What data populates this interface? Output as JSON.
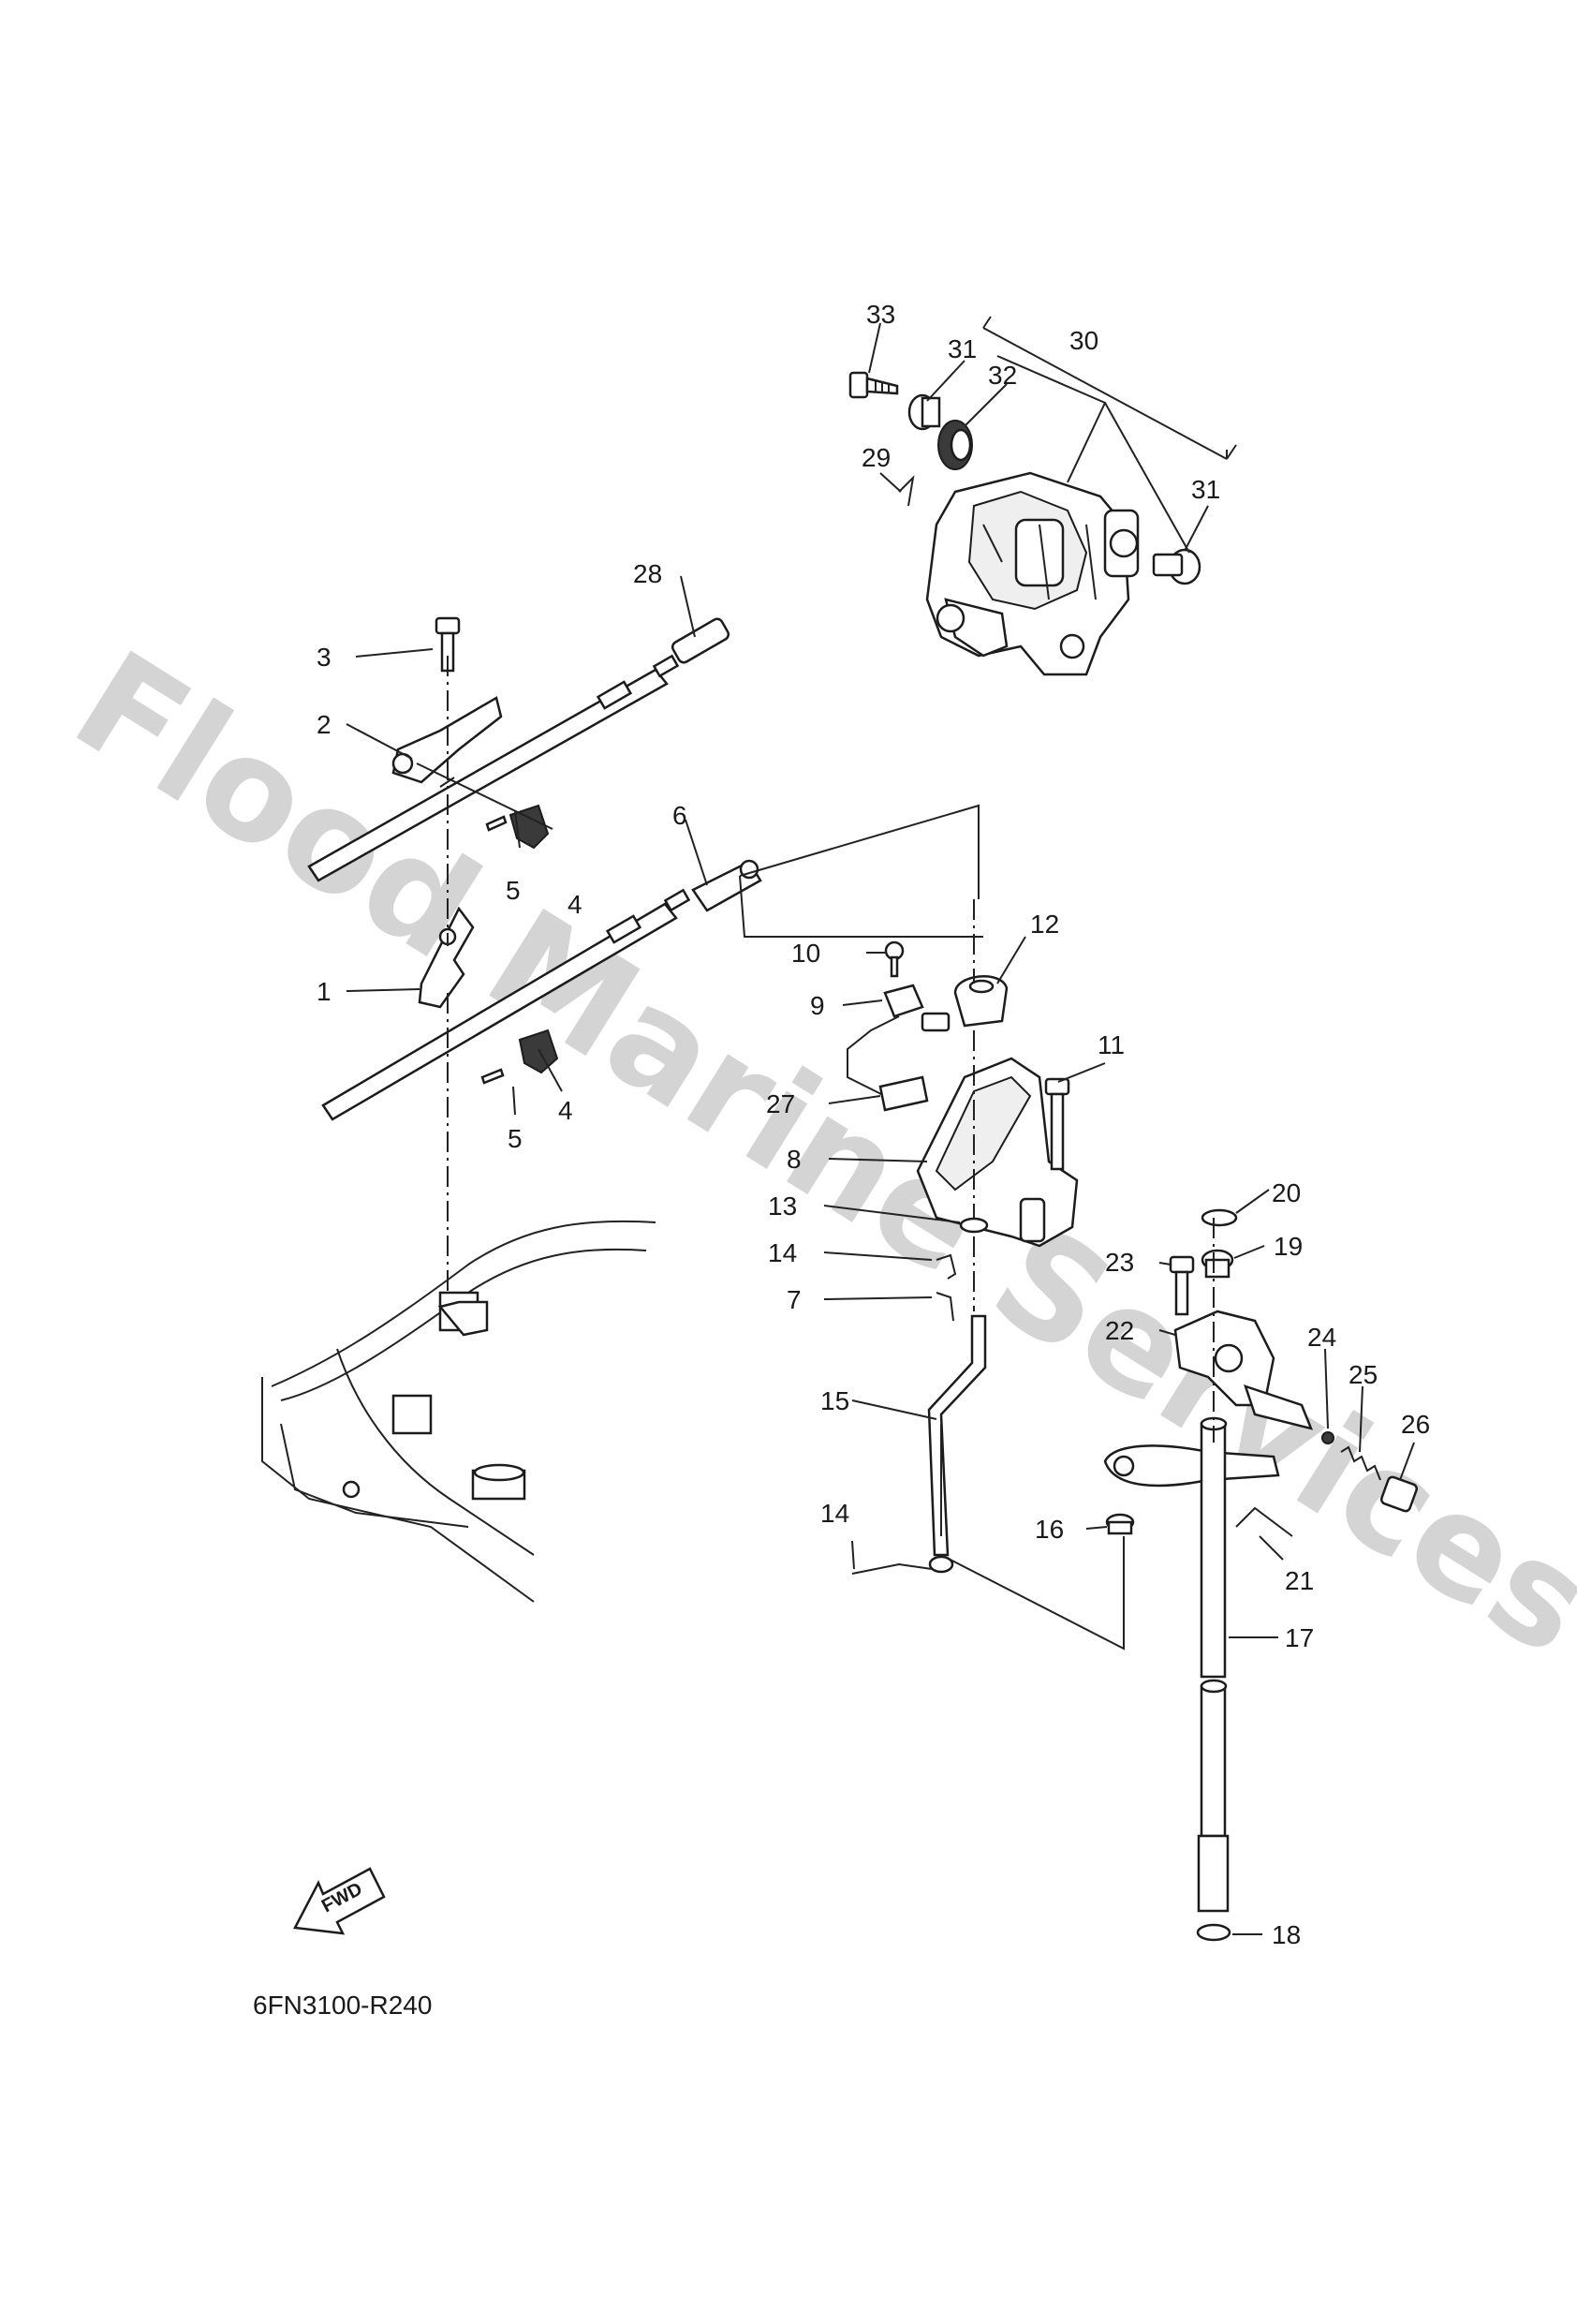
{
  "watermark": "Flood Marine Services",
  "diagram_code": "6FN3100-R240",
  "fwd_label": "FWD",
  "parts": {
    "p1": "1",
    "p2": "2",
    "p3": "3",
    "p4a": "4",
    "p4b": "4",
    "p5a": "5",
    "p5b": "5",
    "p6": "6",
    "p7": "7",
    "p8": "8",
    "p9": "9",
    "p10": "10",
    "p11": "11",
    "p12": "12",
    "p13": "13",
    "p14a": "14",
    "p14b": "14",
    "p15": "15",
    "p16": "16",
    "p17": "17",
    "p18": "18",
    "p19": "19",
    "p20": "20",
    "p21": "21",
    "p22": "22",
    "p23": "23",
    "p24": "24",
    "p25": "25",
    "p26": "26",
    "p27": "27",
    "p28": "28",
    "p29": "29",
    "p30": "30",
    "p31a": "31",
    "p31b": "31",
    "p32": "32",
    "p33": "33"
  }
}
